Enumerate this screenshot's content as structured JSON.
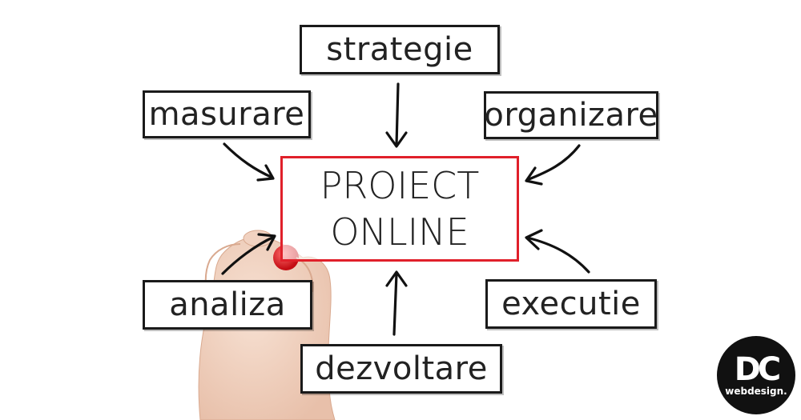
{
  "center": {
    "line1": "PROIECT",
    "line2": "ONLINE"
  },
  "nodes": {
    "strategie": "strategie",
    "masurare": "masurare",
    "organizare": "organizare",
    "analiza": "analiza",
    "executie": "executie",
    "dezvoltare": "dezvoltare"
  },
  "logo": {
    "mark": "DC",
    "sub": "webdesign."
  },
  "colors": {
    "center_border": "#e0202a",
    "box_border": "#1a1a1a",
    "marker": "#e0202a"
  }
}
